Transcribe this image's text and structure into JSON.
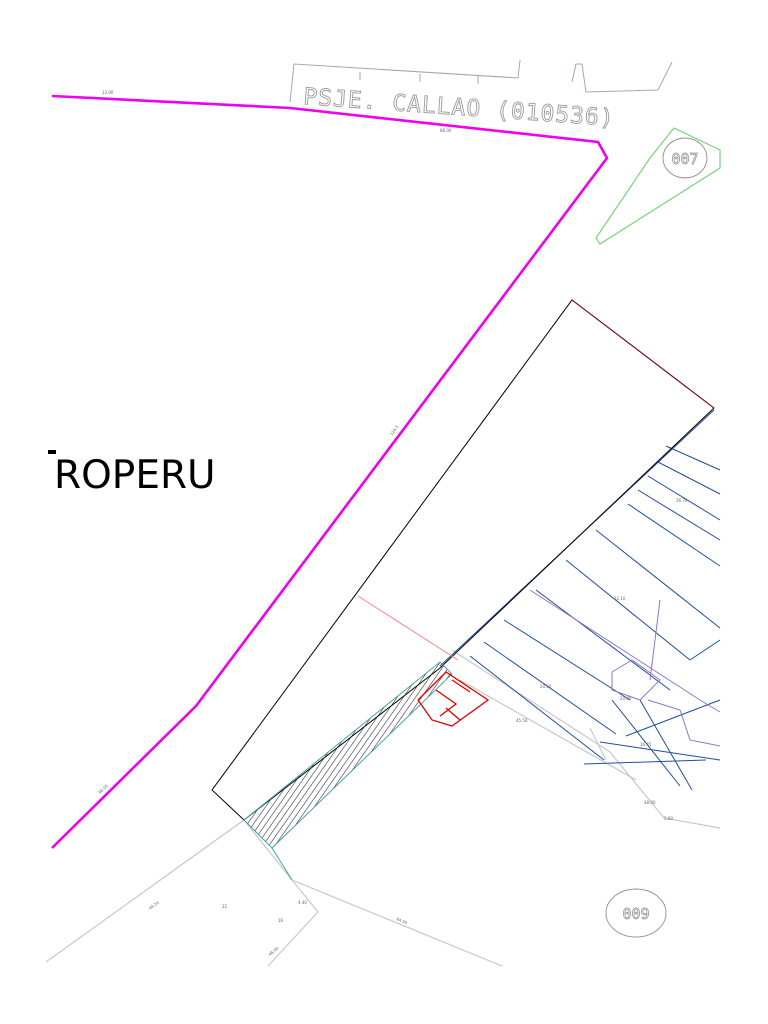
{
  "street": {
    "label": "PSJE. CALLAO (010536)"
  },
  "block_codes": {
    "north_east": "007",
    "south_east": "009"
  },
  "area_label": {
    "text": "ROPERU"
  },
  "dimensions": {
    "top_left": "13.00",
    "top_mid": "86.00",
    "diag_mid": "128.5",
    "bottom_left": "96.00",
    "lower_road": "84.50",
    "lower_a": "48.20",
    "lower_b": "22",
    "lower_c": "16",
    "lower_d": "48.00",
    "lower_e": "4.40",
    "south_a": "48.00",
    "south_b": "5.00",
    "lot_a": "20.50",
    "lot_b": "45.50",
    "lot_c": "16.45",
    "lot_d": "22.10",
    "lot_e": "26.70",
    "lot_f": "20.00"
  },
  "colors": {
    "boundary": "#ee00ee",
    "lot_lines": "#1f4e9a",
    "secondary": "#8a78c8",
    "red_lines": "#e00000",
    "green_block": "#7ad27a",
    "grey_lines": "#c8c8c8",
    "parcel_outline": "#000000",
    "hatch_edge": "#4aa3a8"
  }
}
